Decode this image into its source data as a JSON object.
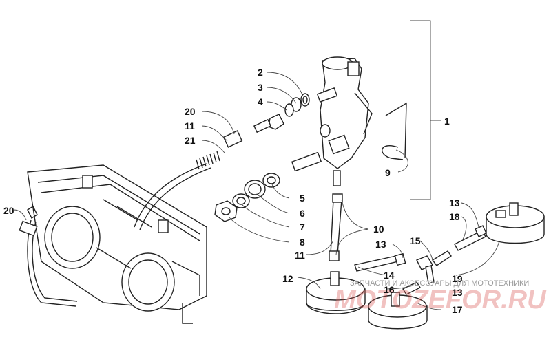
{
  "labels": {
    "l1": "1",
    "l2": "2",
    "l3": "3",
    "l4": "4",
    "l5": "5",
    "l6": "6",
    "l7": "7",
    "l8": "8",
    "l9": "9",
    "l10": "10",
    "l11a": "11",
    "l11b": "11",
    "l12": "12",
    "l13a": "13",
    "l13b": "13",
    "l13c": "13",
    "l14": "14",
    "l15": "15",
    "l16": "16",
    "l17": "17",
    "l18": "18",
    "l19": "19",
    "l20a": "20",
    "l20b": "20",
    "l21": "21"
  },
  "watermark": {
    "text": "ЗАПЧАСТИ И АКСЕССУАРЫ ДЛЯ МОТОТЕХНИКИ",
    "logo": "MOTOZEFOR.RU"
  }
}
